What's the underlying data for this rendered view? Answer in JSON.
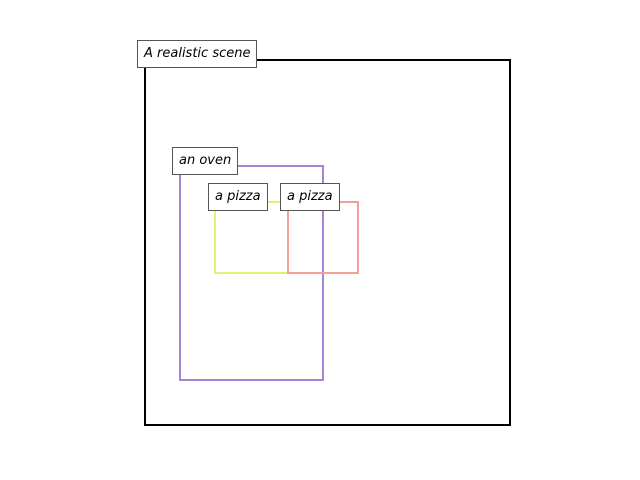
{
  "regions": [
    {
      "id": "scene",
      "label": "A realistic scene",
      "color": "#000000"
    },
    {
      "id": "oven",
      "label": "an oven",
      "color": "#a583d6"
    },
    {
      "id": "pizza1",
      "label": "a pizza",
      "color": "#dff27a"
    },
    {
      "id": "pizza2",
      "label": "a pizza",
      "color": "#f3a197"
    }
  ]
}
